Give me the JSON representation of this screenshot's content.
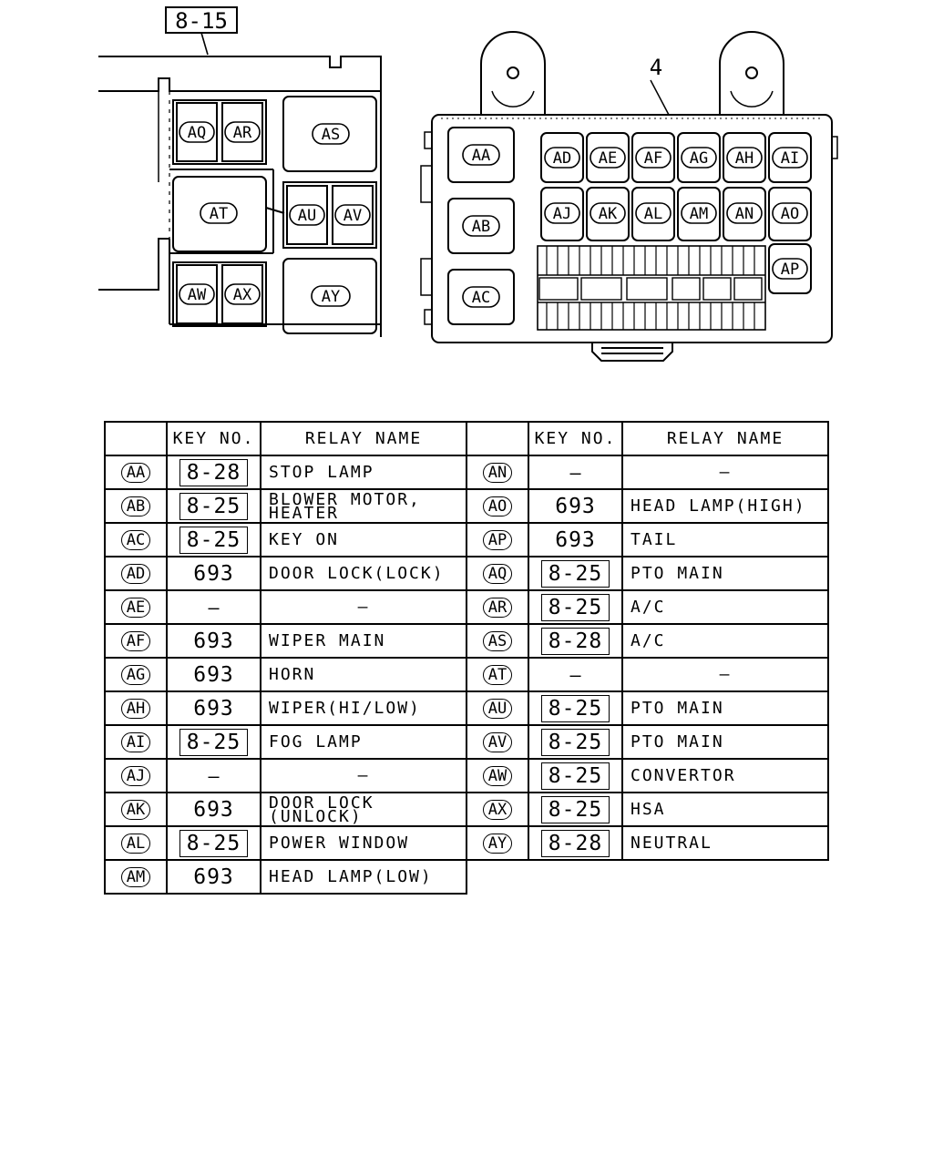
{
  "diagram": {
    "ref_label": "8-15",
    "callout": "4",
    "left_block": {
      "row1": [
        "AQ",
        "AR",
        "AS"
      ],
      "row2": [
        "AT",
        "AU",
        "AV"
      ],
      "row3": [
        "AW",
        "AX",
        "AY"
      ]
    },
    "right_box": {
      "left_col": [
        "AA",
        "AB",
        "AC"
      ],
      "top_row": [
        "AD",
        "AE",
        "AF",
        "AG",
        "AH",
        "AI"
      ],
      "second_row": [
        "AJ",
        "AK",
        "AL",
        "AM",
        "AN",
        "AO"
      ],
      "side": "AP"
    }
  },
  "table": {
    "headers": {
      "key": "KEY NO.",
      "name": "RELAY NAME"
    },
    "left": [
      {
        "code": "AA",
        "key": "8-28",
        "boxed": true,
        "name": "STOP LAMP"
      },
      {
        "code": "AB",
        "key": "8-25",
        "boxed": true,
        "name": "BLOWER MOTOR,",
        "name2": "HEATER"
      },
      {
        "code": "AC",
        "key": "8-25",
        "boxed": true,
        "name": "KEY ON"
      },
      {
        "code": "AD",
        "key": "693",
        "boxed": false,
        "name": "DOOR LOCK(LOCK)"
      },
      {
        "code": "AE",
        "key": "–",
        "boxed": false,
        "name": "–",
        "dash": true
      },
      {
        "code": "AF",
        "key": "693",
        "boxed": false,
        "name": "WIPER MAIN"
      },
      {
        "code": "AG",
        "key": "693",
        "boxed": false,
        "name": "HORN"
      },
      {
        "code": "AH",
        "key": "693",
        "boxed": false,
        "name": "WIPER(HI/LOW)"
      },
      {
        "code": "AI",
        "key": "8-25",
        "boxed": true,
        "name": "FOG LAMP"
      },
      {
        "code": "AJ",
        "key": "–",
        "boxed": false,
        "name": "–",
        "dash": true
      },
      {
        "code": "AK",
        "key": "693",
        "boxed": false,
        "name": "DOOR LOCK",
        "name2": "(UNLOCK)"
      },
      {
        "code": "AL",
        "key": "8-25",
        "boxed": true,
        "name": "POWER WINDOW"
      },
      {
        "code": "AM",
        "key": "693",
        "boxed": false,
        "name": "HEAD LAMP(LOW)"
      }
    ],
    "right": [
      {
        "code": "AN",
        "key": "–",
        "boxed": false,
        "name": "–",
        "dash": true
      },
      {
        "code": "AO",
        "key": "693",
        "boxed": false,
        "name": "HEAD LAMP(HIGH)"
      },
      {
        "code": "AP",
        "key": "693",
        "boxed": false,
        "name": "TAIL"
      },
      {
        "code": "AQ",
        "key": "8-25",
        "boxed": true,
        "name": "PTO MAIN"
      },
      {
        "code": "AR",
        "key": "8-25",
        "boxed": true,
        "name": "A/C"
      },
      {
        "code": "AS",
        "key": "8-28",
        "boxed": true,
        "name": "A/C"
      },
      {
        "code": "AT",
        "key": "–",
        "boxed": false,
        "name": "–",
        "dash": true
      },
      {
        "code": "AU",
        "key": "8-25",
        "boxed": true,
        "name": "PTO MAIN"
      },
      {
        "code": "AV",
        "key": "8-25",
        "boxed": true,
        "name": "PTO MAIN"
      },
      {
        "code": "AW",
        "key": "8-25",
        "boxed": true,
        "name": "CONVERTOR"
      },
      {
        "code": "AX",
        "key": "8-25",
        "boxed": true,
        "name": "HSA"
      },
      {
        "code": "AY",
        "key": "8-28",
        "boxed": true,
        "name": "NEUTRAL"
      }
    ]
  }
}
